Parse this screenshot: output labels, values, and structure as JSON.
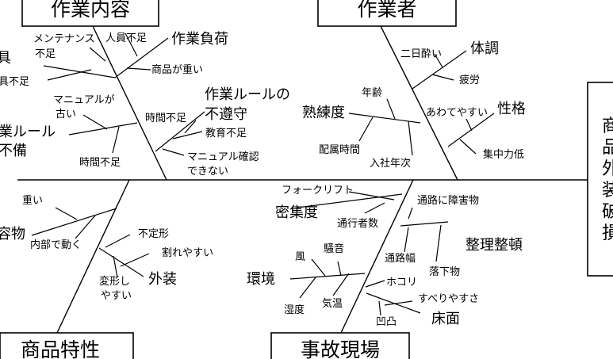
{
  "categories": {
    "sagyou_naiyou": "作業内容",
    "sagyousha": "作業者",
    "shouhin_tokusei": "商品特性",
    "jiko_genba": "事故現場"
  },
  "effect": [
    "商",
    "品",
    "外",
    "装",
    "破",
    "損"
  ],
  "labels": {
    "sagyou_fuka": "作業負荷",
    "jinin_busoku": "人員不足",
    "shouhin_omoi": "商品が重い",
    "maint_1": "メンテナンス",
    "maint_2": "不足",
    "gu": "具",
    "gu_busoku": "具不足",
    "manual_1": "マニュアルが",
    "manual_2": "古い",
    "rule_futeibi_1": "業ルール",
    "rule_futeibi_2": "不備",
    "jikan_busoku_a": "時間不足",
    "rule_fujunshu_1": "作業ルールの",
    "rule_fujunshu_2": "不遵守",
    "jikan_busoku_b": "時間不足",
    "kyouiku_busoku": "教育不足",
    "manual_kakunin_1": "マニュアル確認",
    "manual_kakunin_2": "できない",
    "futsukayoi": "二日酔い",
    "taichou": "体調",
    "hirou": "疲労",
    "nenrei": "年齢",
    "jukurendo": "熟練度",
    "haizoku_jikan": "配属時間",
    "nyuusha_nenji": "入社年次",
    "awateyasui": "あわてやすい",
    "seikaku": "性格",
    "shuuchuu": "集中力低",
    "omoi": "重い",
    "youbutsu": "容物",
    "naibu_de_ugoku": "内部で動く",
    "futeikei": "不定形",
    "wareyasui": "割れやすい",
    "henkei_1": "変形し",
    "henkei_2": "やすい",
    "gaisou": "外装",
    "forklift": "フォークリフト",
    "mitsudo": "密集度",
    "tsuukousha": "通行者数",
    "tsuuro_shougai": "通路に障害物",
    "seiri_seiton": "整理整頓",
    "tsuuro_haba": "通路幅",
    "rakka": "落下物",
    "kaze": "風",
    "souon": "騒音",
    "kankyou": "環境",
    "shitsudo": "湿度",
    "kion": "気温",
    "hokori": "ホコリ",
    "suberiyasusa": "すべりやすさ",
    "outotsu": "凹凸",
    "yukamen": "床面"
  }
}
